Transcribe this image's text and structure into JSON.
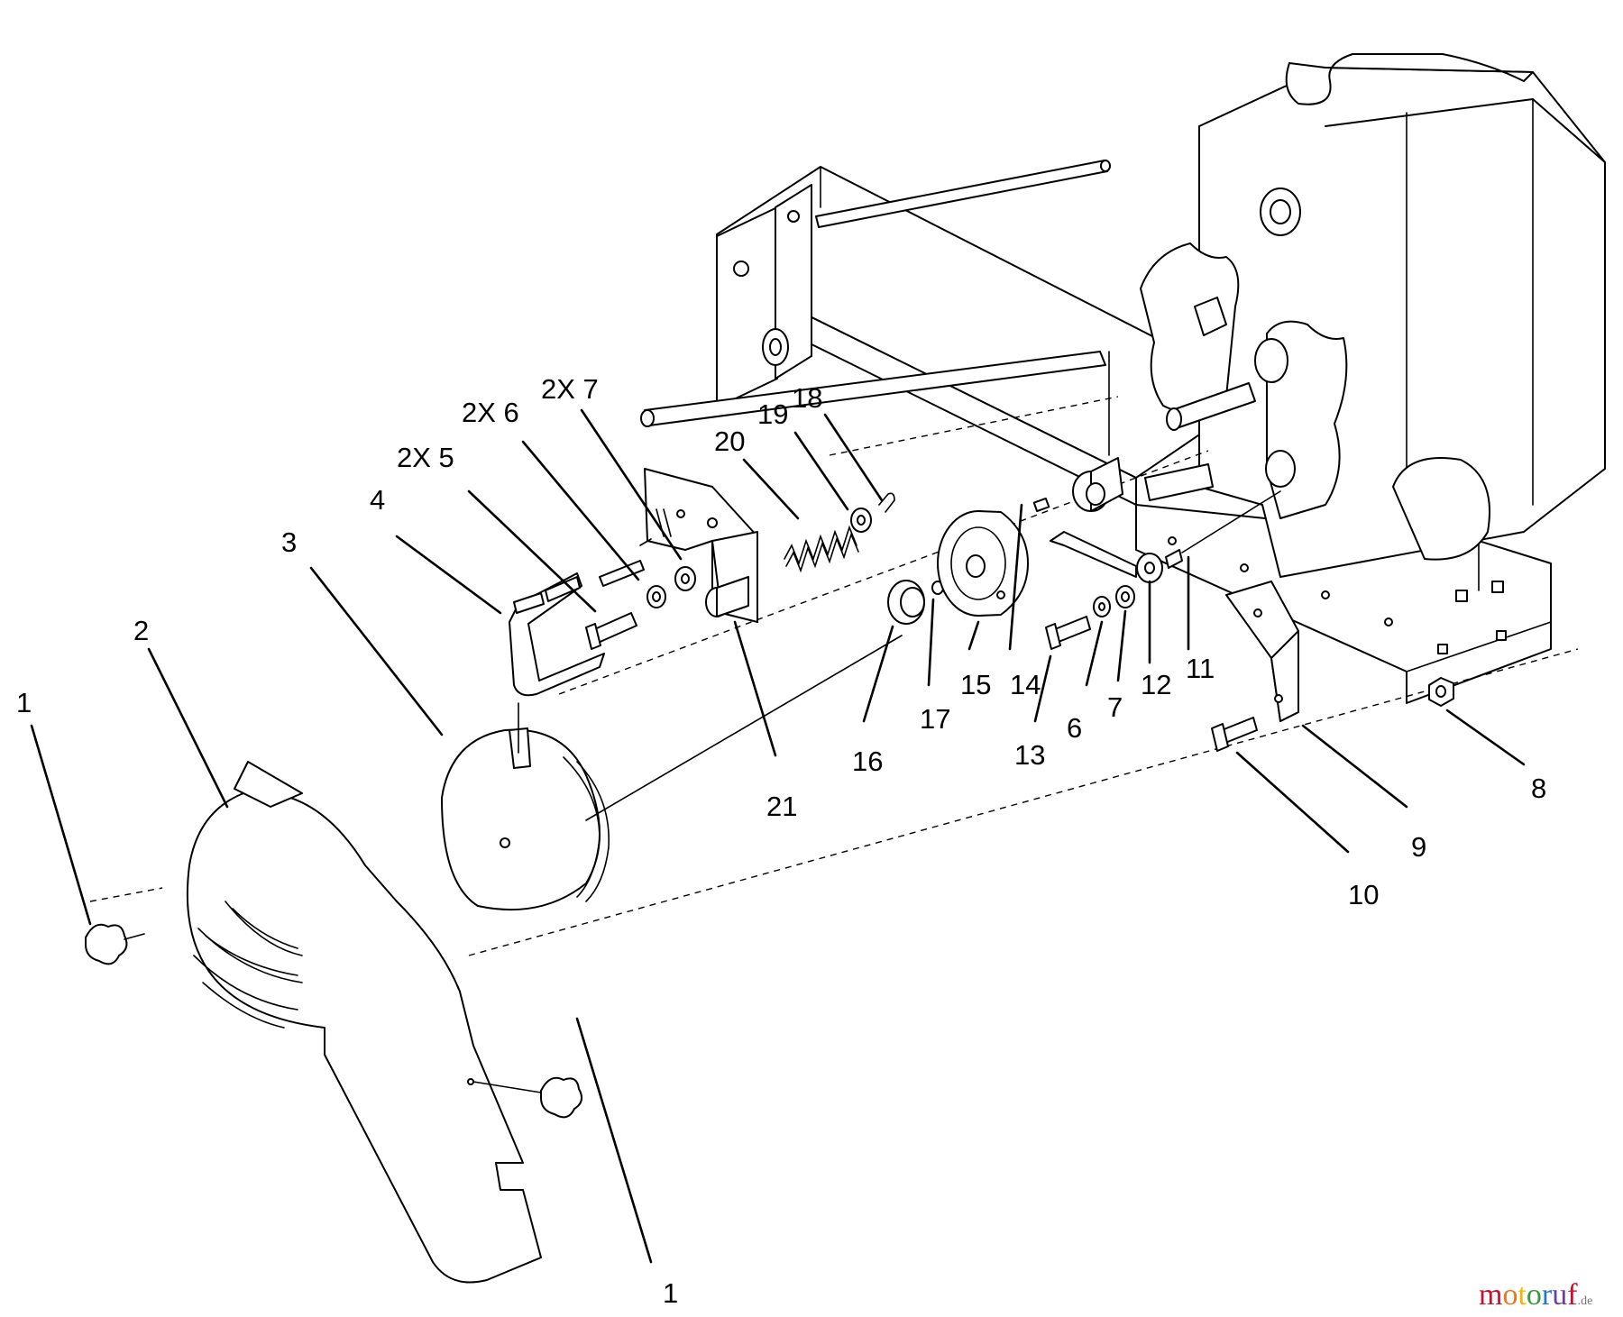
{
  "colors": {
    "line": "#000000",
    "background": "#ffffff",
    "watermark": [
      "#c8102e",
      "#e87722",
      "#f2b705",
      "#3a9a3a",
      "#1f7bbf",
      "#6a3fa0",
      "#c8102e",
      "#e87722"
    ]
  },
  "callouts": {
    "c1a": "1",
    "c1b": "1",
    "c2": "2",
    "c3": "3",
    "c4": "4",
    "c5": "2X 5",
    "c6": "2X 6",
    "c7": "2X 7",
    "c8": "8",
    "c9": "9",
    "c10": "10",
    "c11": "11",
    "c12": "12",
    "c13": "13",
    "c14": "14",
    "c15": "15",
    "c16": "16",
    "c17": "17",
    "c18": "18",
    "c19": "19",
    "c20": "20",
    "c21": "21",
    "c6b": "6",
    "c7b": "7"
  },
  "watermark": {
    "letters": [
      "m",
      "o",
      "t",
      "o",
      "r",
      "u",
      "f"
    ],
    "suffix": ".de"
  }
}
